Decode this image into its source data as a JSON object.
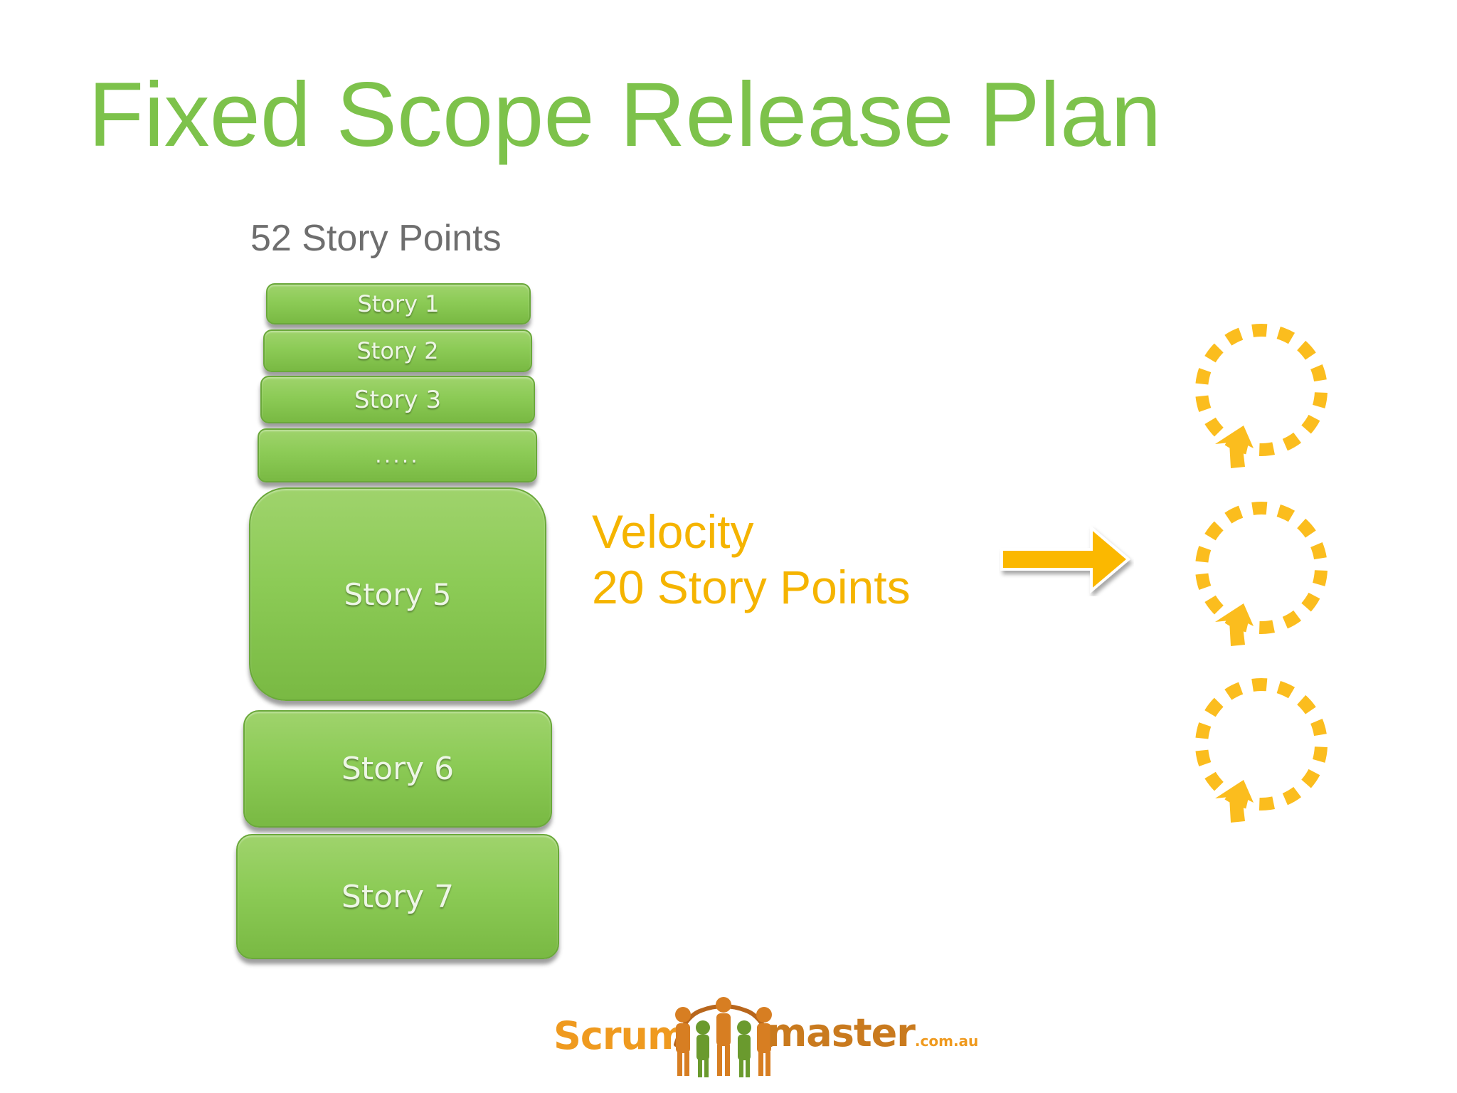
{
  "slide": {
    "title": "Fixed Scope Release Plan",
    "total_label": "52 Story Points",
    "velocity": {
      "line1": "Velocity",
      "line2": "20 Story Points"
    }
  },
  "stories": [
    {
      "label": "Story 1"
    },
    {
      "label": "Story 2"
    },
    {
      "label": "Story 3"
    },
    {
      "label": "....."
    },
    {
      "label": "Story 5"
    },
    {
      "label": "Story 6"
    },
    {
      "label": "Story 7"
    }
  ],
  "icons": {
    "arrow": "right-arrow-icon",
    "iteration": "iteration-cycle-icon"
  },
  "colors": {
    "title": "#7dc24b",
    "story_fill": "#8ccb56",
    "accent": "#f5b400",
    "label_gray": "#6e6e6e"
  },
  "logo": {
    "text_left": "Scrum",
    "text_right": "master",
    "domain": ".com.au"
  }
}
